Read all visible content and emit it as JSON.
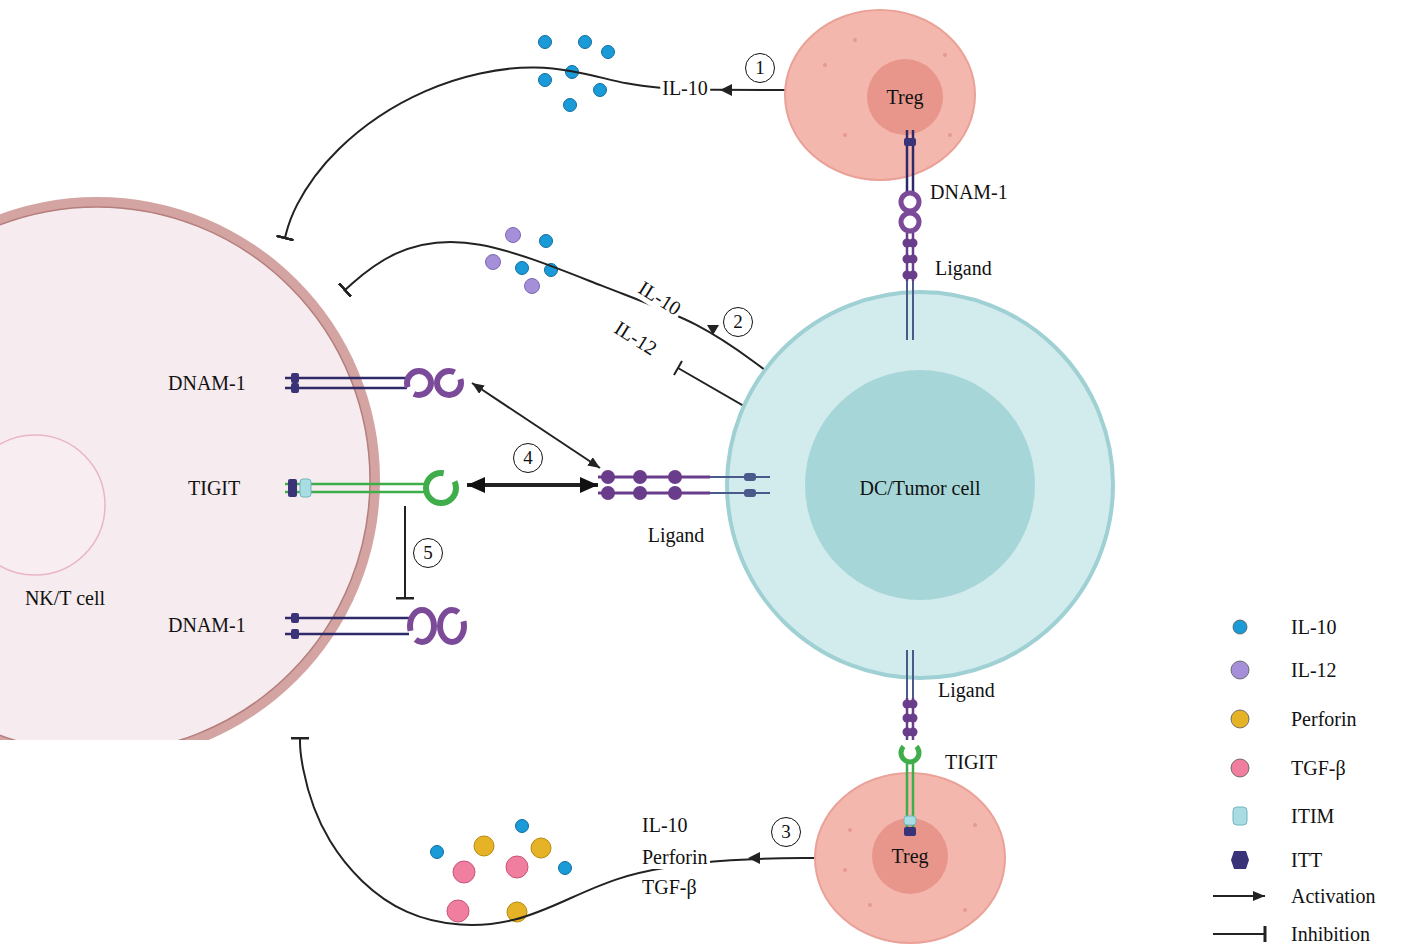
{
  "diagram": {
    "nodes": [
      {
        "text": [
          "NK/T cell"
        ]
      },
      {
        "text": [
          "DNAM-1"
        ],
        "in": 0
      },
      {
        "text": [
          "TIGIT"
        ],
        "in": 0
      },
      {
        "text": [
          "DNAM-1"
        ],
        "in": 0
      },
      {
        "text": [
          "DC/Tumor cell"
        ]
      },
      {
        "text": [
          "Ligand"
        ],
        "in": 4
      },
      {
        "text": [
          "Treg"
        ]
      },
      {
        "text": [
          "Treg"
        ]
      }
    ],
    "edges": [
      {
        "from": 1,
        "to": 5,
        "arrow": "both"
      },
      {
        "from": 2,
        "to": 5,
        "label": "4",
        "arrow": "both"
      },
      {
        "from": 2,
        "to": 3,
        "label": "5",
        "arrow": "to"
      },
      {
        "from": 6,
        "to": 0,
        "arrow": "to"
      },
      {
        "from": 4,
        "to": 0,
        "arrow": "to"
      },
      {
        "from": 7,
        "to": 0,
        "arrow": "to"
      }
    ],
    "labels": [
      "1",
      "IL-10",
      "2",
      "IL-10",
      "IL-12",
      "3",
      "IL-10",
      "Perforin",
      "TGF-β",
      "DNAM-1",
      "Ligand",
      "Ligand",
      "TIGIT"
    ],
    "legend": [
      {
        "text": "IL-10",
        "color": "#1a9ad6"
      },
      {
        "text": "IL-12",
        "color": "#a48fd8"
      },
      {
        "text": "Perforin",
        "color": "#e5b325"
      },
      {
        "text": "TGF-β",
        "color": "#f07f9f"
      },
      {
        "text": "ITIM",
        "color": "#a9dde3"
      },
      {
        "text": "ITT",
        "color": "#3a3378"
      },
      {
        "text": "Activation"
      },
      {
        "text": "Inhibition"
      }
    ]
  }
}
